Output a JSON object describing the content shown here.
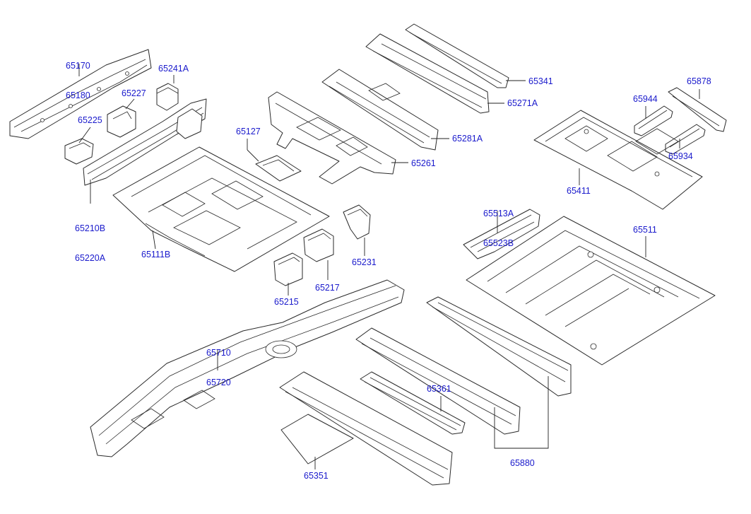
{
  "diagram": {
    "labels": {
      "p65170": "65170",
      "p65180": "65180",
      "p65241A": "65241A",
      "p65227": "65227",
      "p65225": "65225",
      "p65210B": "65210B",
      "p65220A": "65220A",
      "p65111B": "65111B",
      "p65127": "65127",
      "p65261": "65261",
      "p65281A": "65281A",
      "p65271A": "65271A",
      "p65341": "65341",
      "p65878": "65878",
      "p65944": "65944",
      "p65934": "65934",
      "p65411": "65411",
      "p65513A": "65513A",
      "p65523B": "65523B",
      "p65511": "65511",
      "p65231": "65231",
      "p65217": "65217",
      "p65215": "65215",
      "p65710": "65710",
      "p65720": "65720",
      "p65361": "65361",
      "p65351": "65351",
      "p65880": "65880"
    },
    "label_color": "#1a1acc",
    "line_color": "#2a2a2a"
  }
}
